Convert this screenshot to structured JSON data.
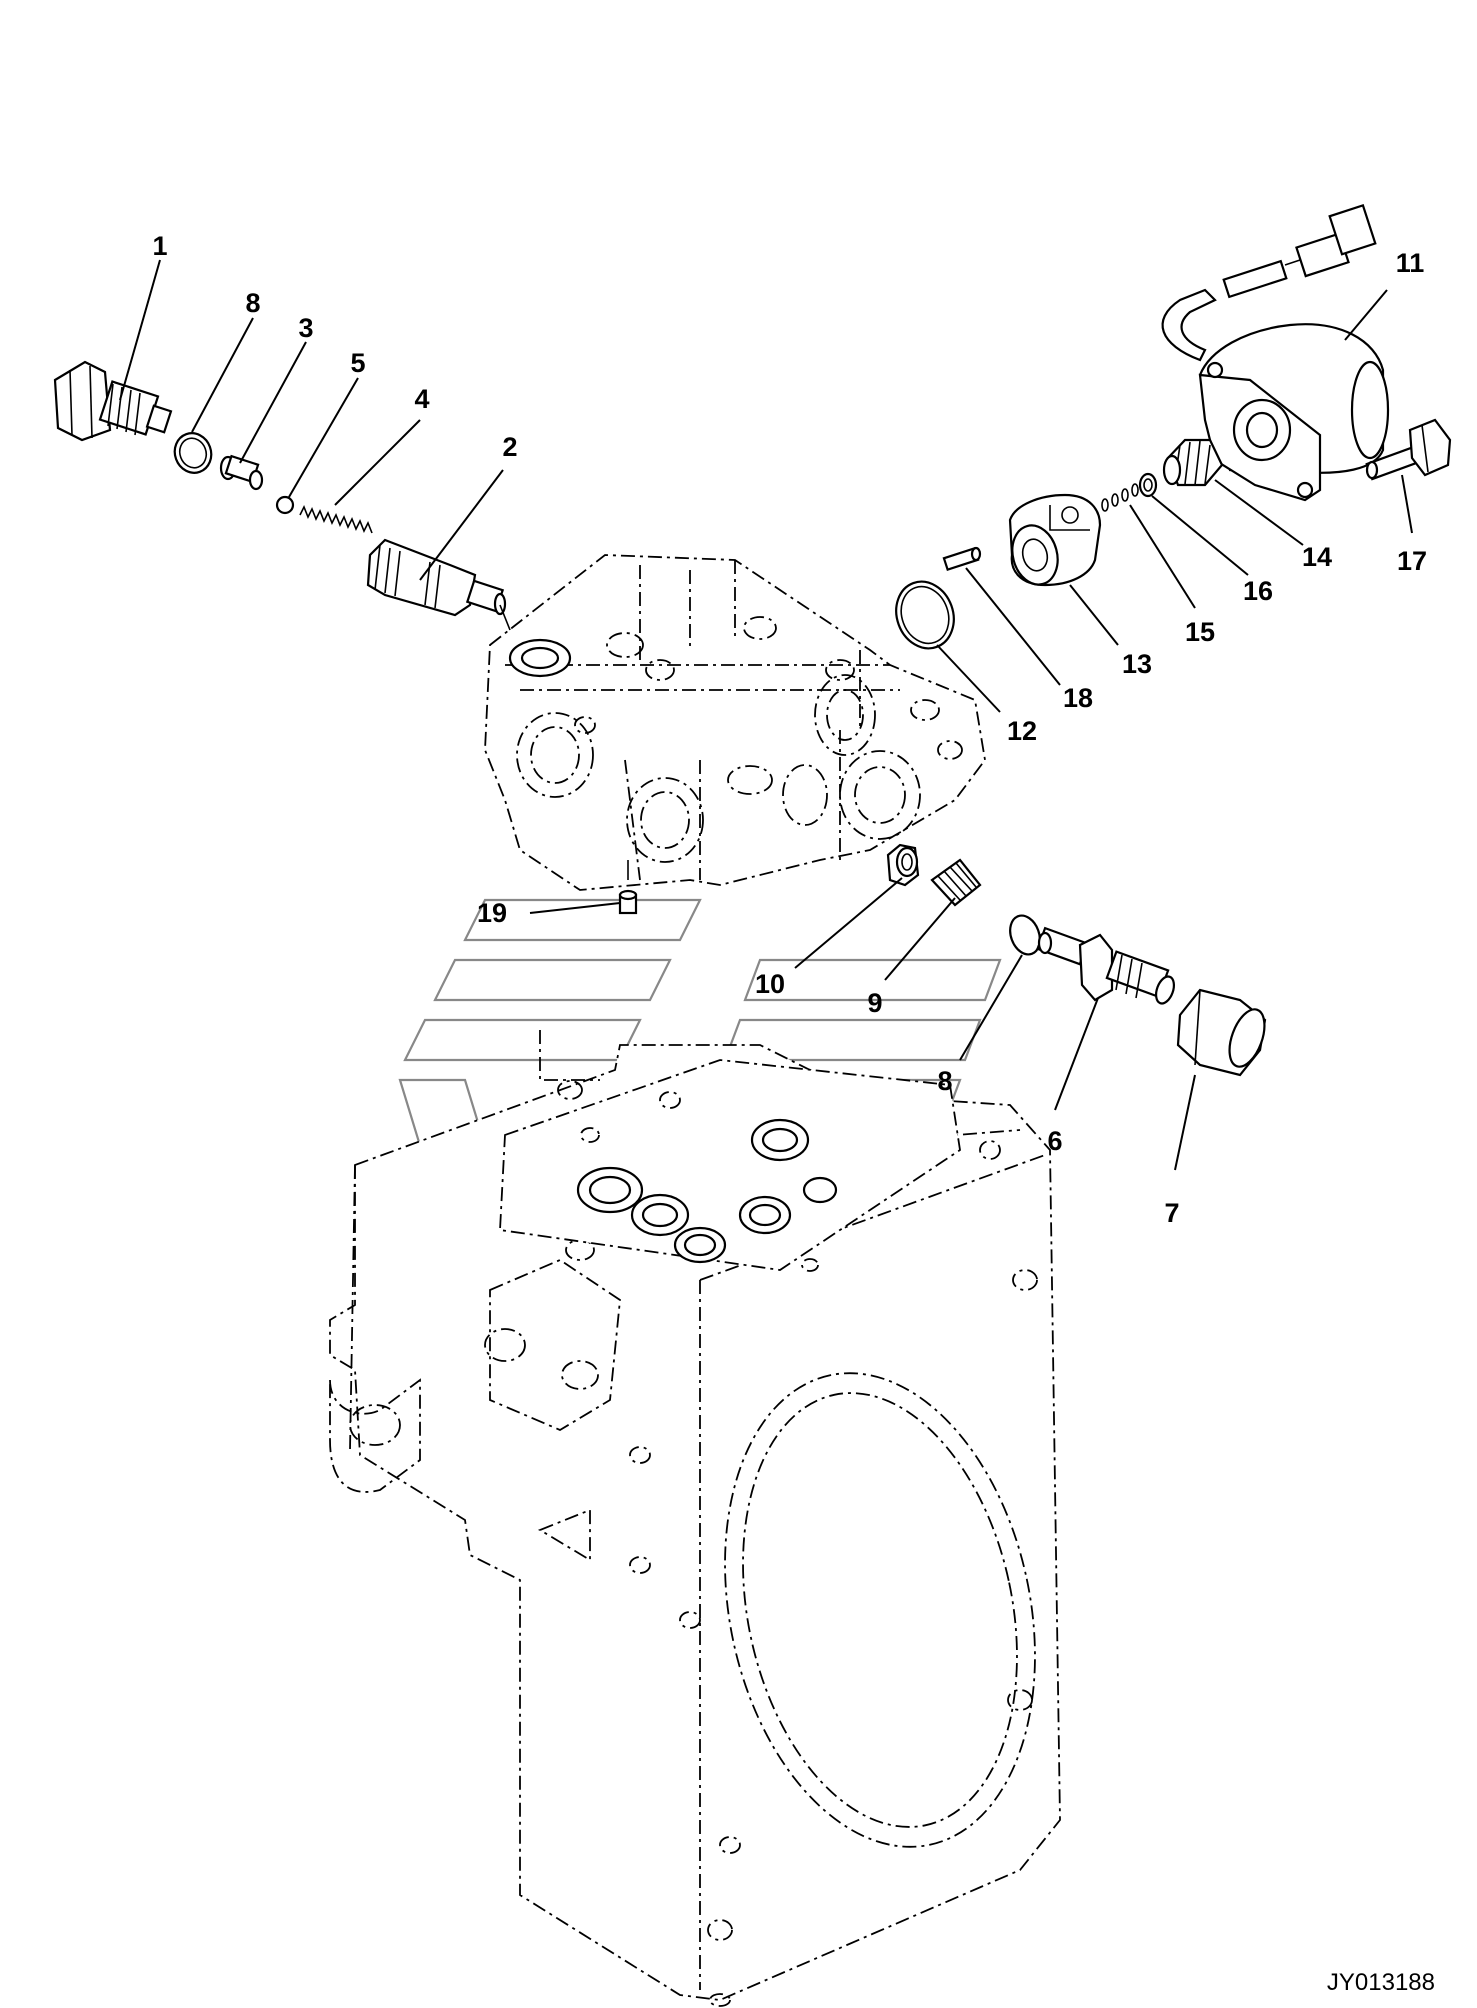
{
  "diagram": {
    "drawing_code": "JY013188",
    "callouts": [
      "1",
      "8",
      "3",
      "5",
      "4",
      "2",
      "11",
      "14",
      "17",
      "16",
      "15",
      "13",
      "18",
      "12",
      "19",
      "10",
      "9",
      "8",
      "6",
      "7"
    ]
  }
}
